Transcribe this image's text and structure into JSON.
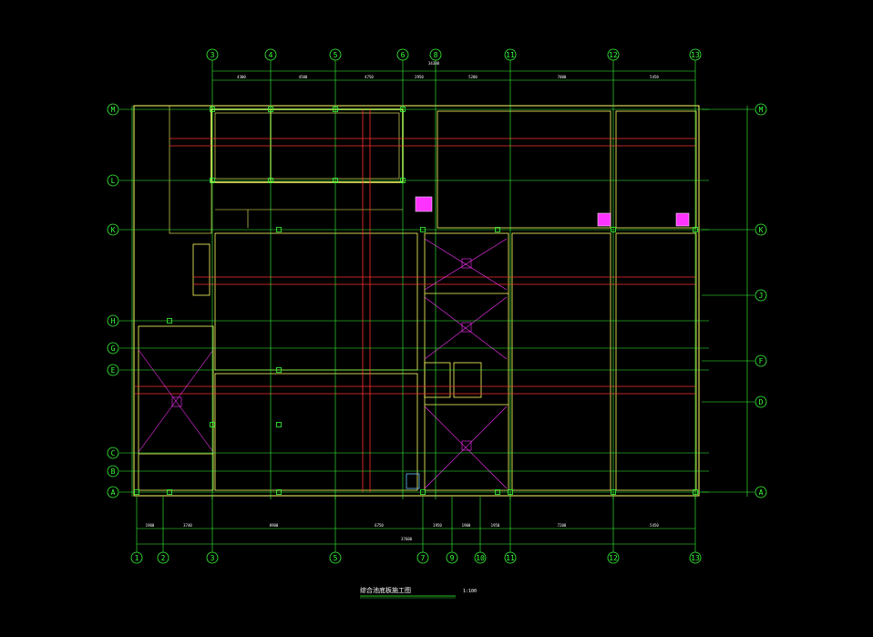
{
  "drawing": {
    "title": "综合池底板施工图",
    "scale": "1:100",
    "colors": {
      "background": "#000000",
      "grid_line": "#39ff39",
      "wall": "#ffff66",
      "red_line": "#ff3030",
      "magenta": "#ff33ff",
      "text": "#ffffff"
    }
  },
  "grid_top": [
    "3",
    "4",
    "5",
    "6",
    "8",
    "11",
    "12",
    "13"
  ],
  "grid_bottom": [
    "1",
    "2",
    "3",
    "5",
    "7",
    "9",
    "10",
    "11",
    "12",
    "13"
  ],
  "grid_left": [
    "M",
    "L",
    "K",
    "H",
    "G",
    "E",
    "C",
    "B",
    "A"
  ],
  "grid_right": [
    "M",
    "K",
    "J",
    "F",
    "D",
    "A"
  ],
  "dimensions": {
    "top_total": "34300",
    "bottom_total": "37600",
    "top_segments": [
      "4300",
      "4500",
      "4750",
      "2950",
      "5200",
      "7000",
      "5450"
    ],
    "bottom_segments": [
      "1900",
      "3740",
      "8900",
      "6750",
      "1950",
      "1900",
      "1950",
      "7200",
      "5450"
    ]
  }
}
